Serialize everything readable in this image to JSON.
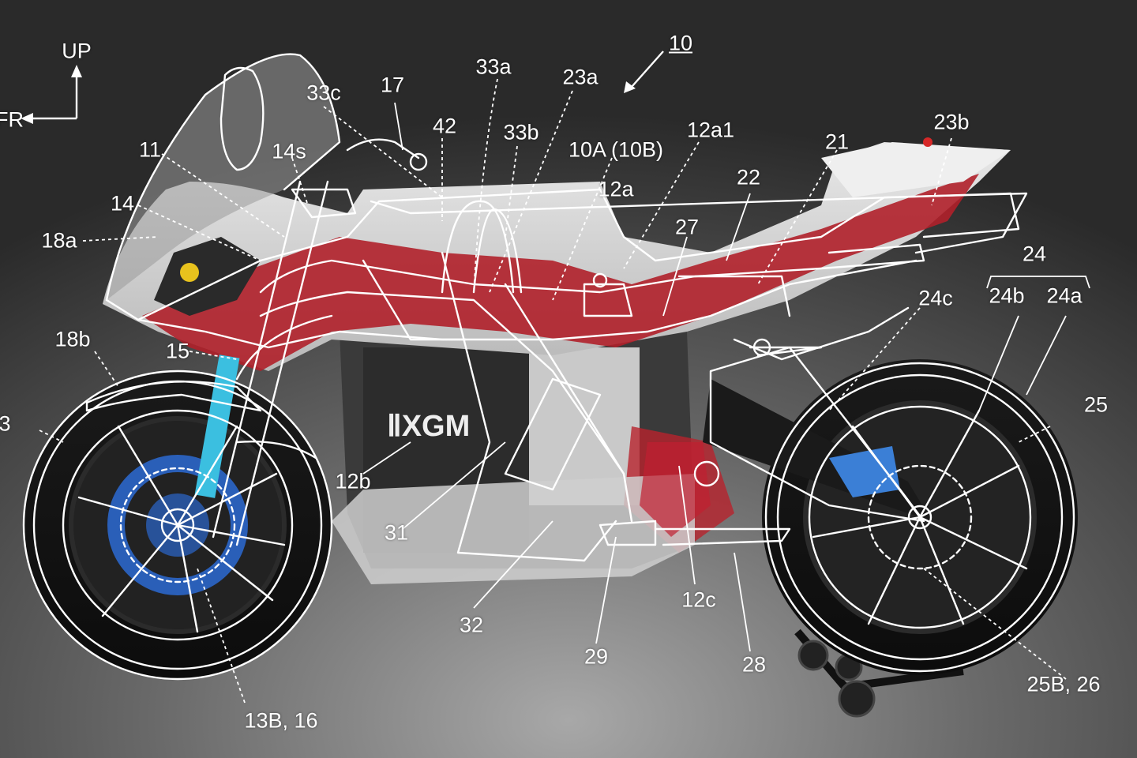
{
  "orientation": {
    "up": "UP",
    "front": "FR"
  },
  "title_ref": "10",
  "labels": {
    "l10A": "10A (10B)",
    "l11": "11",
    "l12a": "12a",
    "l12a1": "12a1",
    "l12b": "12b",
    "l12c": "12c",
    "l13": "3",
    "l13B": "13B, 16",
    "l14": "14",
    "l14s": "14s",
    "l15": "15",
    "l17": "17",
    "l18a": "18a",
    "l18b": "18b",
    "l21": "21",
    "l22": "22",
    "l23a": "23a",
    "l23b": "23b",
    "l24": "24",
    "l24a": "24a",
    "l24b": "24b",
    "l24c": "24c",
    "l25": "25",
    "l25B": "25B, 26",
    "l27": "27",
    "l28": "28",
    "l29": "29",
    "l31": "31",
    "l32": "32",
    "l33a": "33a",
    "l33b": "33b",
    "l33c": "33c",
    "l42": "42"
  },
  "colors": {
    "background_light": "#9a9a9a",
    "background_dark": "#2e2e2e",
    "fairing_white": "#d9d9d9",
    "livery_red": "#b0202a",
    "brake_disc_blue": "#2a5fb8",
    "fork_cyan": "#3bbfe0",
    "swingarm_blue": "#3b7fd6",
    "line_white": "#ffffff"
  }
}
